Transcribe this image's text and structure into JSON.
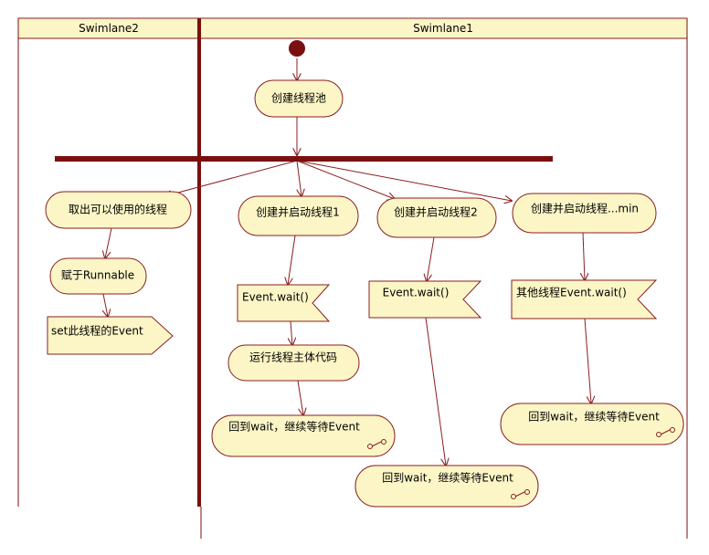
{
  "diagram": {
    "type": "uml-activity-diagram",
    "swimlanes": [
      {
        "id": "lane2",
        "title": "Swimlane2"
      },
      {
        "id": "lane1",
        "title": "Swimlane1"
      }
    ],
    "nodes": [
      {
        "id": "start",
        "kind": "initial",
        "label": ""
      },
      {
        "id": "create_pool",
        "kind": "action",
        "label": "创建线程池"
      },
      {
        "id": "fork",
        "kind": "fork",
        "label": ""
      },
      {
        "id": "take_thread",
        "kind": "action",
        "label": "取出可以使用的线程"
      },
      {
        "id": "assign_runnable",
        "kind": "action",
        "label": "赋于Runnable"
      },
      {
        "id": "set_event",
        "kind": "send-signal",
        "label": "set此线程的Event"
      },
      {
        "id": "start_thread1",
        "kind": "action",
        "label": "创建并启动线程1"
      },
      {
        "id": "wait1",
        "kind": "accept-event",
        "label": "Event.wait()"
      },
      {
        "id": "run_body",
        "kind": "action",
        "label": "运行线程主体代码"
      },
      {
        "id": "back1",
        "kind": "subactivity",
        "label": "回到wait，继续等待Event"
      },
      {
        "id": "start_thread2",
        "kind": "action",
        "label": "创建并启动线程2"
      },
      {
        "id": "wait2",
        "kind": "accept-event",
        "label": "Event.wait()"
      },
      {
        "id": "back2",
        "kind": "subactivity",
        "label": "回到wait，继续等待Event"
      },
      {
        "id": "start_threadmin",
        "kind": "action",
        "label": "创建并启动线程...min"
      },
      {
        "id": "waitmin",
        "kind": "accept-event",
        "label": "其他线程Event.wait()"
      },
      {
        "id": "backmin",
        "kind": "subactivity",
        "label": "回到wait，继续等待Event"
      }
    ],
    "edges": [
      {
        "from": "start",
        "to": "create_pool"
      },
      {
        "from": "create_pool",
        "to": "fork"
      },
      {
        "from": "fork",
        "to": "take_thread"
      },
      {
        "from": "fork",
        "to": "start_thread1"
      },
      {
        "from": "fork",
        "to": "start_thread2"
      },
      {
        "from": "fork",
        "to": "start_threadmin"
      },
      {
        "from": "take_thread",
        "to": "assign_runnable"
      },
      {
        "from": "assign_runnable",
        "to": "set_event"
      },
      {
        "from": "start_thread1",
        "to": "wait1"
      },
      {
        "from": "wait1",
        "to": "run_body"
      },
      {
        "from": "run_body",
        "to": "back1"
      },
      {
        "from": "start_thread2",
        "to": "wait2"
      },
      {
        "from": "wait2",
        "to": "back2"
      },
      {
        "from": "start_threadmin",
        "to": "waitmin"
      },
      {
        "from": "waitmin",
        "to": "backmin"
      }
    ]
  },
  "colors": {
    "fill": "#fcf6c6",
    "stroke": "#8b1e1e",
    "lane_divider": "#7a0f0f",
    "initial_node": "#7a0f0f",
    "background": "#ffffff"
  }
}
